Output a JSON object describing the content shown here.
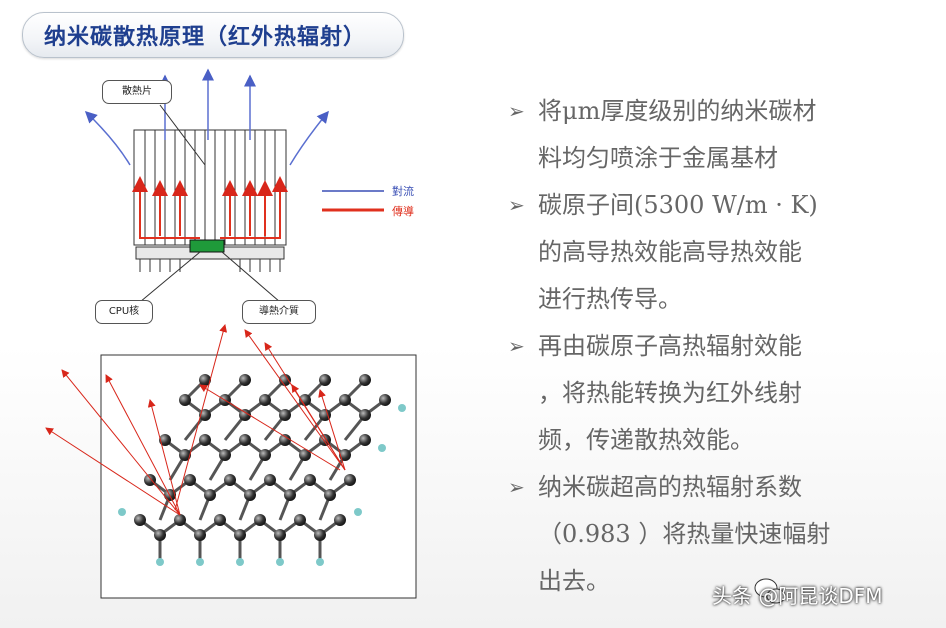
{
  "title": "纳米碳散热原理（红外热辐射）",
  "heatsink": {
    "fin_label": "散熱片",
    "cpu_label": "CPU核",
    "medium_label": "導熱介質",
    "legend_convection": "對流",
    "legend_conduction": "傳導",
    "color_convection": "#3a4fb5",
    "color_conduction": "#e0301e"
  },
  "bullets": [
    {
      "lines": [
        "将μm厚度级别的纳米碳材",
        "料均匀喷涂于金属基材"
      ]
    },
    {
      "lines": [
        "碳原子间(5300 W/m · K)",
        "的高导热效能高导热效能",
        "进行热传导。"
      ]
    },
    {
      "lines": [
        "再由碳原子高热辐射效能",
        "，将热能转换为红外线射",
        "频，传递散热效能。"
      ]
    },
    {
      "lines": [
        "纳米碳超高的热辐射系数",
        "（0.983 ）将热量快速幅射",
        "出去。"
      ]
    }
  ],
  "watermark": "头条 @阿昆谈DFM",
  "icons": {
    "bullet": "arrowhead-icon",
    "watermark": "wechat-icon"
  }
}
